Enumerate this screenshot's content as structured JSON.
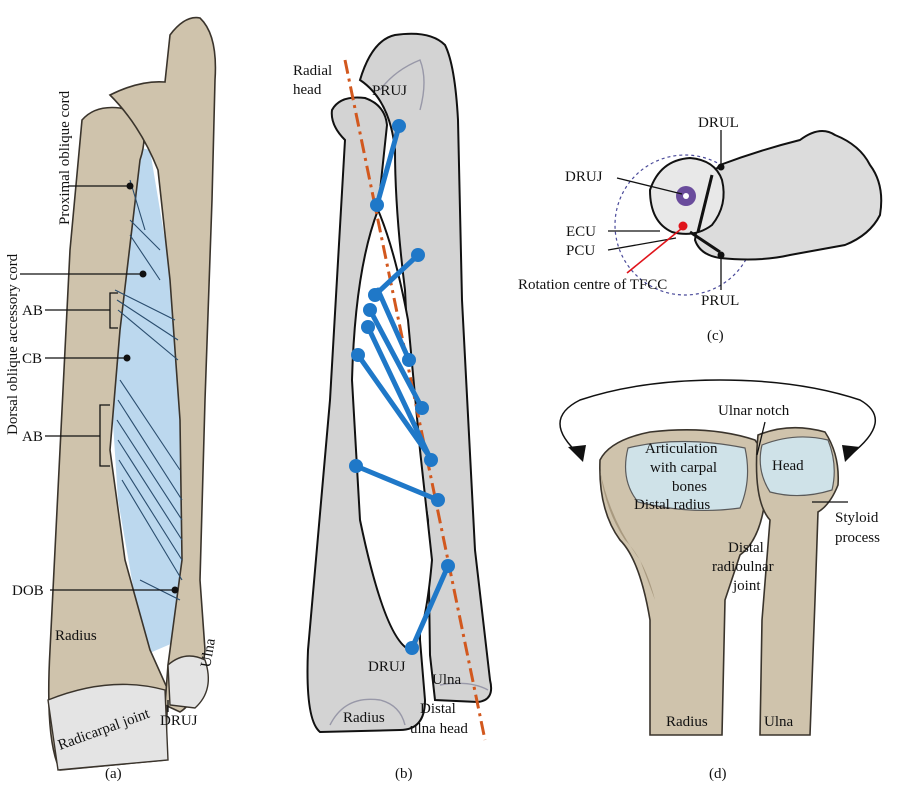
{
  "panel_a": {
    "caption": "(a)",
    "labels": {
      "proximal_oblique_cord": "Proximal oblique cord",
      "dorsal_oblique_accessory_cord": "Dorsal oblique accessory cord",
      "ab_upper": "AB",
      "cb": "CB",
      "ab_lower": "AB",
      "dob": "DOB",
      "radius": "Radius",
      "ulna": "Ulna",
      "radiocarpal_joint": "Radicarpal joint",
      "druj": "DRUJ"
    }
  },
  "panel_b": {
    "caption": "(b)",
    "labels": {
      "radial_head_1": "Radial",
      "radial_head_2": "head",
      "pruj": "PRUJ",
      "druj": "DRUJ",
      "ulna": "Ulna",
      "radius": "Radius",
      "distal_ulna_head_1": "Distal",
      "distal_ulna_head_2": "ulna head"
    }
  },
  "panel_c": {
    "caption": "(c)",
    "labels": {
      "drul": "DRUL",
      "druj": "DRUJ",
      "ecu": "ECU",
      "pcu": "PCU",
      "rotation_centre": "Rotation centre of TFCC",
      "prul": "PRUL"
    }
  },
  "panel_d": {
    "caption": "(d)",
    "labels": {
      "ulnar_notch": "Ulnar notch",
      "articulation_1": "Articulation",
      "articulation_2": "with carpal",
      "articulation_3": "bones",
      "distal_radius": "Distal radius",
      "head": "Head",
      "styloid_1": "Styloid",
      "styloid_2": "process",
      "druj_1": "Distal",
      "druj_2": "radioulnar",
      "druj_3": "joint",
      "radius": "Radius",
      "ulna": "Ulna"
    }
  },
  "colors": {
    "bone_tan": "#cfc3ac",
    "bone_grey": "#d3d3d3",
    "membrane_blue": "#bcd8ee",
    "cord_blue": "#1f78c8",
    "axis_orange": "#d2581e",
    "rotation_red": "#e0141b",
    "druj_purple": "#6a4c9c"
  }
}
